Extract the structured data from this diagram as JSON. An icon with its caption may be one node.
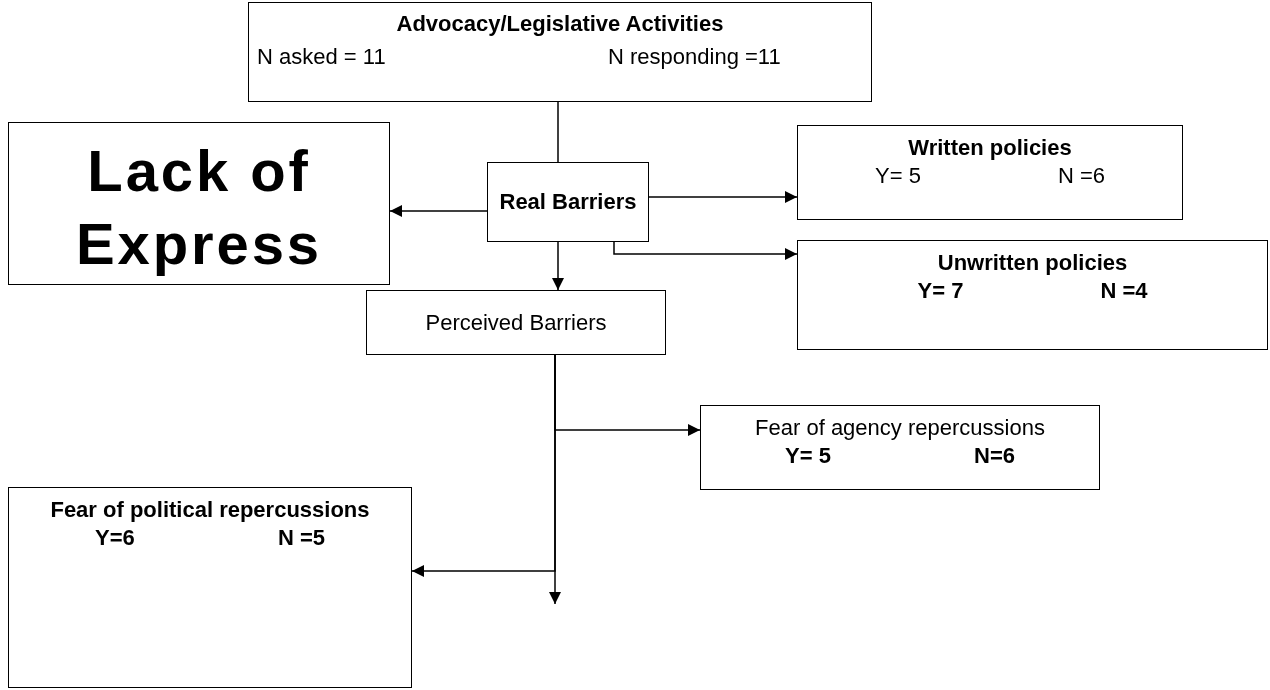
{
  "diagram": {
    "nodes": [
      {
        "text": [
          "Advocacy/Legislative Activities",
          "N asked = 11",
          "N responding =11"
        ]
      },
      {
        "text": [
          "Lack of Express"
        ]
      },
      {
        "text": [
          "Real Barriers"
        ]
      },
      {
        "text": [
          "Written policies",
          "Y= 5",
          "N =6"
        ]
      },
      {
        "text": [
          "Unwritten policies",
          "Y= 7",
          "N =4"
        ]
      },
      {
        "text": [
          "Perceived Barriers"
        ]
      },
      {
        "text": [
          "Fear of agency repercussions",
          "Y= 5",
          "N=6"
        ]
      },
      {
        "text": [
          "Fear of political repercussions",
          "Y=6",
          "N =5"
        ]
      }
    ],
    "edges": [
      {
        "from": 0,
        "to": 2,
        "arrow": "none"
      },
      {
        "from": 2,
        "to": 1,
        "arrow": "to"
      },
      {
        "from": 2,
        "to": 3,
        "arrow": "to"
      },
      {
        "from": 2,
        "to": 4,
        "arrow": "to"
      },
      {
        "from": 2,
        "to": 5,
        "arrow": "to"
      },
      {
        "from": 5,
        "to": 6,
        "arrow": "to"
      },
      {
        "from": 5,
        "to": 7,
        "arrow": "to"
      },
      {
        "from": 5,
        "to": null,
        "arrow": "to"
      }
    ]
  }
}
